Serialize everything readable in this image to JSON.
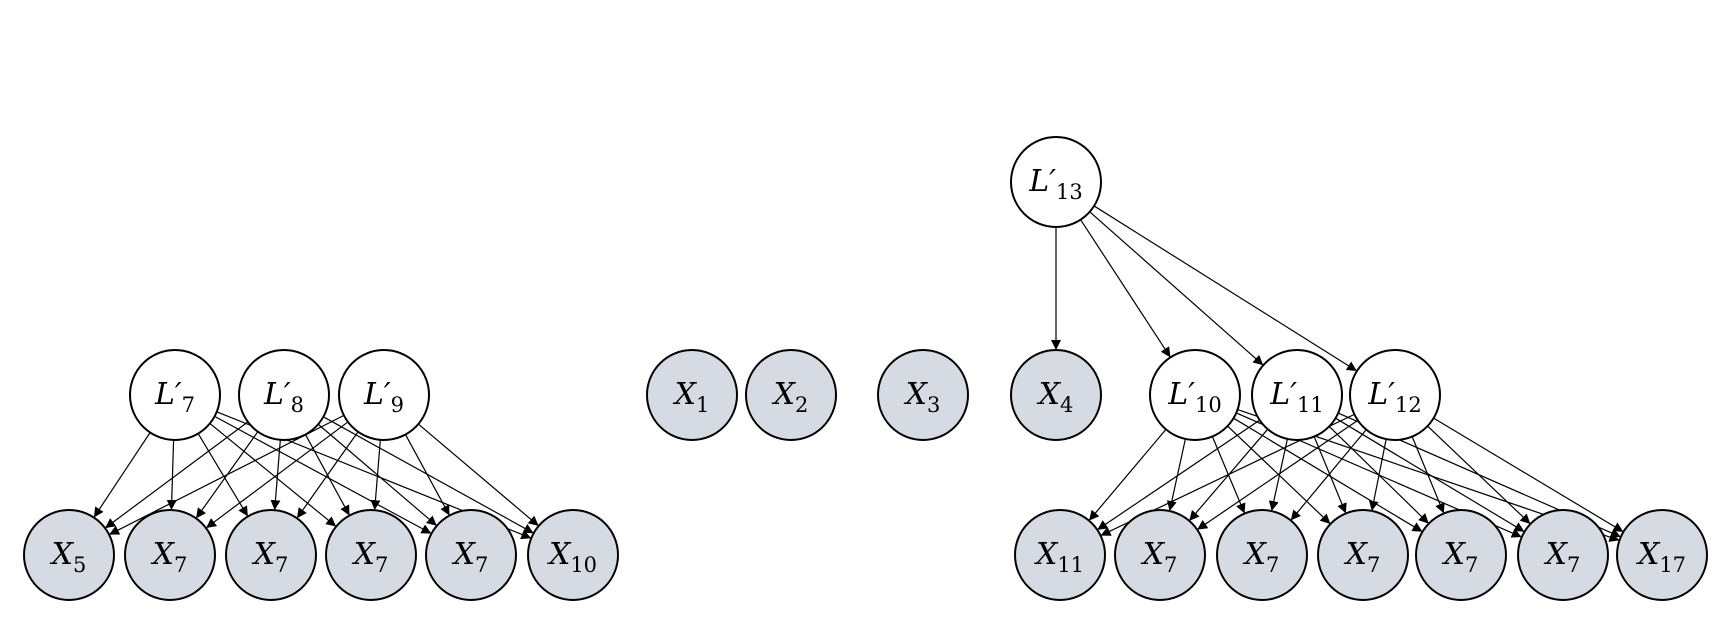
{
  "colors": {
    "latent_fill": "#ffffff",
    "observed_fill": "#d6dae3",
    "stroke": "#000000"
  },
  "nodes": [
    {
      "id": "L7",
      "kind": "latent",
      "base": "L′",
      "sub": "7"
    },
    {
      "id": "L8",
      "kind": "latent",
      "base": "L′",
      "sub": "8"
    },
    {
      "id": "L9",
      "kind": "latent",
      "base": "L′",
      "sub": "9"
    },
    {
      "id": "X5",
      "kind": "observed",
      "base": "X",
      "sub": "5"
    },
    {
      "id": "X7a",
      "kind": "observed",
      "base": "X",
      "sub": "7"
    },
    {
      "id": "X7b",
      "kind": "observed",
      "base": "X",
      "sub": "7"
    },
    {
      "id": "X7c",
      "kind": "observed",
      "base": "X",
      "sub": "7"
    },
    {
      "id": "X7d",
      "kind": "observed",
      "base": "X",
      "sub": "7"
    },
    {
      "id": "X10",
      "kind": "observed",
      "base": "X",
      "sub": "10"
    },
    {
      "id": "X1",
      "kind": "observed",
      "base": "X",
      "sub": "1"
    },
    {
      "id": "X2",
      "kind": "observed",
      "base": "X",
      "sub": "2"
    },
    {
      "id": "X3",
      "kind": "observed",
      "base": "X",
      "sub": "3"
    },
    {
      "id": "L13",
      "kind": "latent",
      "base": "L′",
      "sub": "13"
    },
    {
      "id": "X4",
      "kind": "observed",
      "base": "X",
      "sub": "4"
    },
    {
      "id": "L10",
      "kind": "latent",
      "base": "L′",
      "sub": "10"
    },
    {
      "id": "L11",
      "kind": "latent",
      "base": "L′",
      "sub": "11"
    },
    {
      "id": "L12",
      "kind": "latent",
      "base": "L′",
      "sub": "12"
    },
    {
      "id": "X11",
      "kind": "observed",
      "base": "X",
      "sub": "11"
    },
    {
      "id": "X7e",
      "kind": "observed",
      "base": "X",
      "sub": "7"
    },
    {
      "id": "X7f",
      "kind": "observed",
      "base": "X",
      "sub": "7"
    },
    {
      "id": "X7g",
      "kind": "observed",
      "base": "X",
      "sub": "7"
    },
    {
      "id": "X7h",
      "kind": "observed",
      "base": "X",
      "sub": "7"
    },
    {
      "id": "X7i",
      "kind": "observed",
      "base": "X",
      "sub": "7"
    },
    {
      "id": "X17",
      "kind": "observed",
      "base": "X",
      "sub": "17"
    }
  ],
  "edges": [
    [
      "L7",
      "X5"
    ],
    [
      "L7",
      "X7a"
    ],
    [
      "L7",
      "X7b"
    ],
    [
      "L7",
      "X7c"
    ],
    [
      "L7",
      "X7d"
    ],
    [
      "L7",
      "X10"
    ],
    [
      "L8",
      "X5"
    ],
    [
      "L8",
      "X7a"
    ],
    [
      "L8",
      "X7b"
    ],
    [
      "L8",
      "X7c"
    ],
    [
      "L8",
      "X7d"
    ],
    [
      "L8",
      "X10"
    ],
    [
      "L9",
      "X5"
    ],
    [
      "L9",
      "X7a"
    ],
    [
      "L9",
      "X7b"
    ],
    [
      "L9",
      "X7c"
    ],
    [
      "L9",
      "X7d"
    ],
    [
      "L9",
      "X10"
    ],
    [
      "L13",
      "X4"
    ],
    [
      "L13",
      "L10"
    ],
    [
      "L13",
      "L11"
    ],
    [
      "L13",
      "L12"
    ],
    [
      "L10",
      "X11"
    ],
    [
      "L10",
      "X7e"
    ],
    [
      "L10",
      "X7f"
    ],
    [
      "L10",
      "X7g"
    ],
    [
      "L10",
      "X7h"
    ],
    [
      "L10",
      "X7i"
    ],
    [
      "L10",
      "X17"
    ],
    [
      "L11",
      "X11"
    ],
    [
      "L11",
      "X7e"
    ],
    [
      "L11",
      "X7f"
    ],
    [
      "L11",
      "X7g"
    ],
    [
      "L11",
      "X7h"
    ],
    [
      "L11",
      "X7i"
    ],
    [
      "L11",
      "X17"
    ],
    [
      "L12",
      "X11"
    ],
    [
      "L12",
      "X7e"
    ],
    [
      "L12",
      "X7f"
    ],
    [
      "L12",
      "X7g"
    ],
    [
      "L12",
      "X7h"
    ],
    [
      "L12",
      "X7i"
    ],
    [
      "L12",
      "X17"
    ]
  ]
}
